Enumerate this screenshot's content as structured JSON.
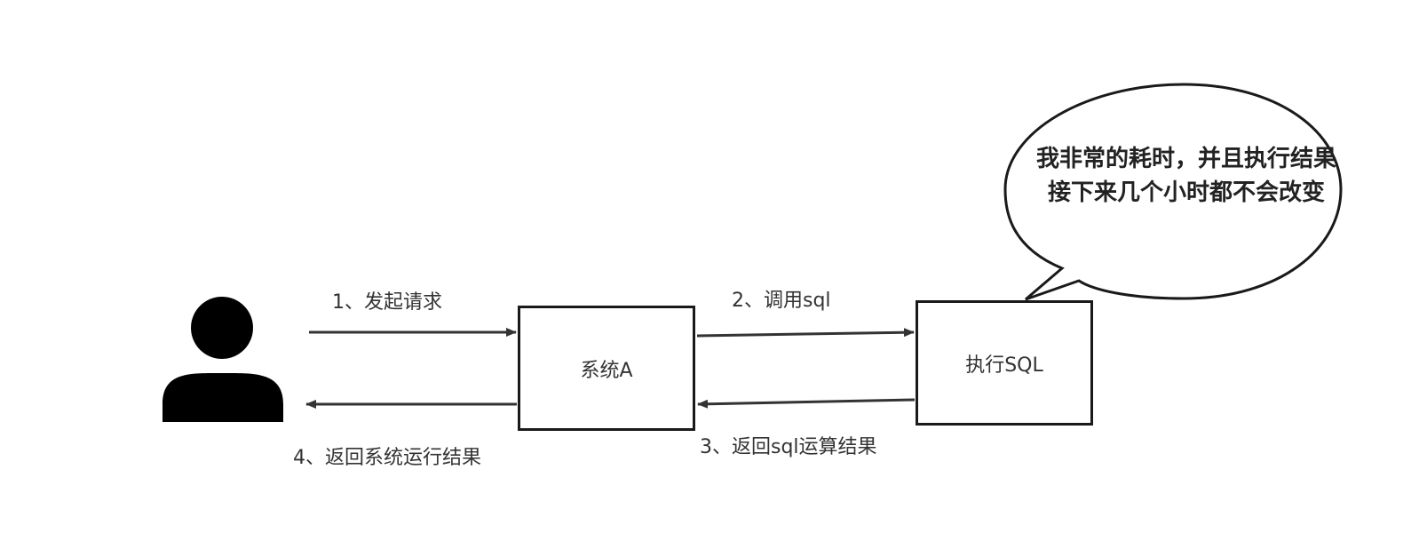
{
  "diagram": {
    "actor": {
      "icon": "user-icon"
    },
    "nodes": {
      "system": {
        "label": "系统A"
      },
      "sql": {
        "label": "执行SQL"
      }
    },
    "edges": {
      "step1": {
        "label": "1、发起请求"
      },
      "step2": {
        "label": "2、调用sql"
      },
      "step3": {
        "label": "3、返回sql运算结果"
      },
      "step4": {
        "label": "4、返回系统运行结果"
      }
    },
    "callout": {
      "text": "我非常的耗时，并且执行结果接下来几个小时都不会改变"
    },
    "colors": {
      "stroke": "#1a1a1a",
      "text": "#333333",
      "background": "#ffffff"
    }
  }
}
